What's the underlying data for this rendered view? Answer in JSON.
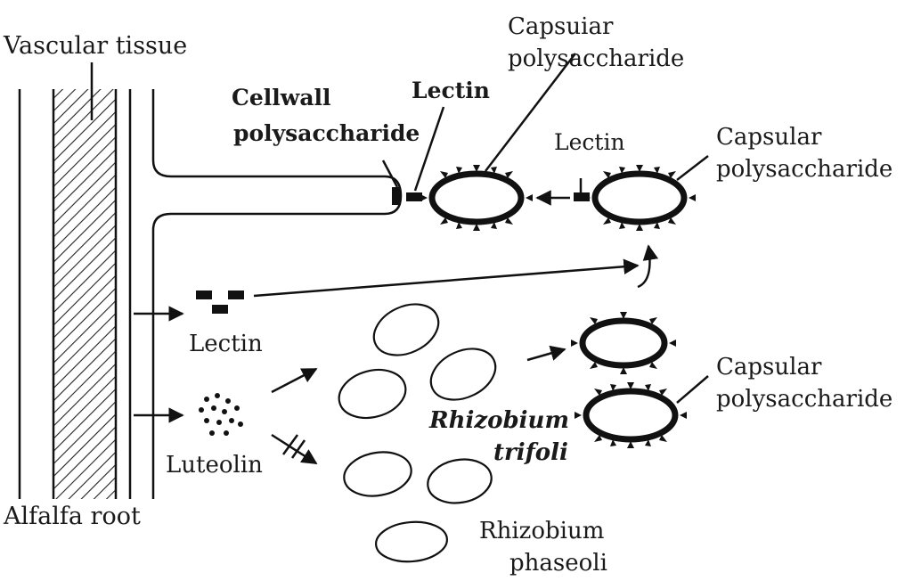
{
  "labels": {
    "vascular_tissue": "Vascular tissue",
    "alfalfa_root": "Alfalfa root",
    "cellwall": "Cellwall",
    "cellwall_polysaccharide": "polysaccharide",
    "lectin_top": "Lectin",
    "capsular_top_1": "Capsuiar",
    "capsular_top_2": "polysaccharide",
    "lectin_right": "Lectin",
    "capsular_right_1": "Capsular",
    "capsular_right_2": "polysaccharide",
    "lectin_mid": "Lectin",
    "luteolin": "Luteolin",
    "rhizobium_trifoli_1": "Rhizobium",
    "rhizobium_trifoli_2": "trifoli",
    "capsular_lower_1": "Capsular",
    "capsular_lower_2": "polysaccharide",
    "rhizobium_phaseoli_1": "Rhizobium",
    "rhizobium_phaseoli_2": "phaseoli"
  }
}
